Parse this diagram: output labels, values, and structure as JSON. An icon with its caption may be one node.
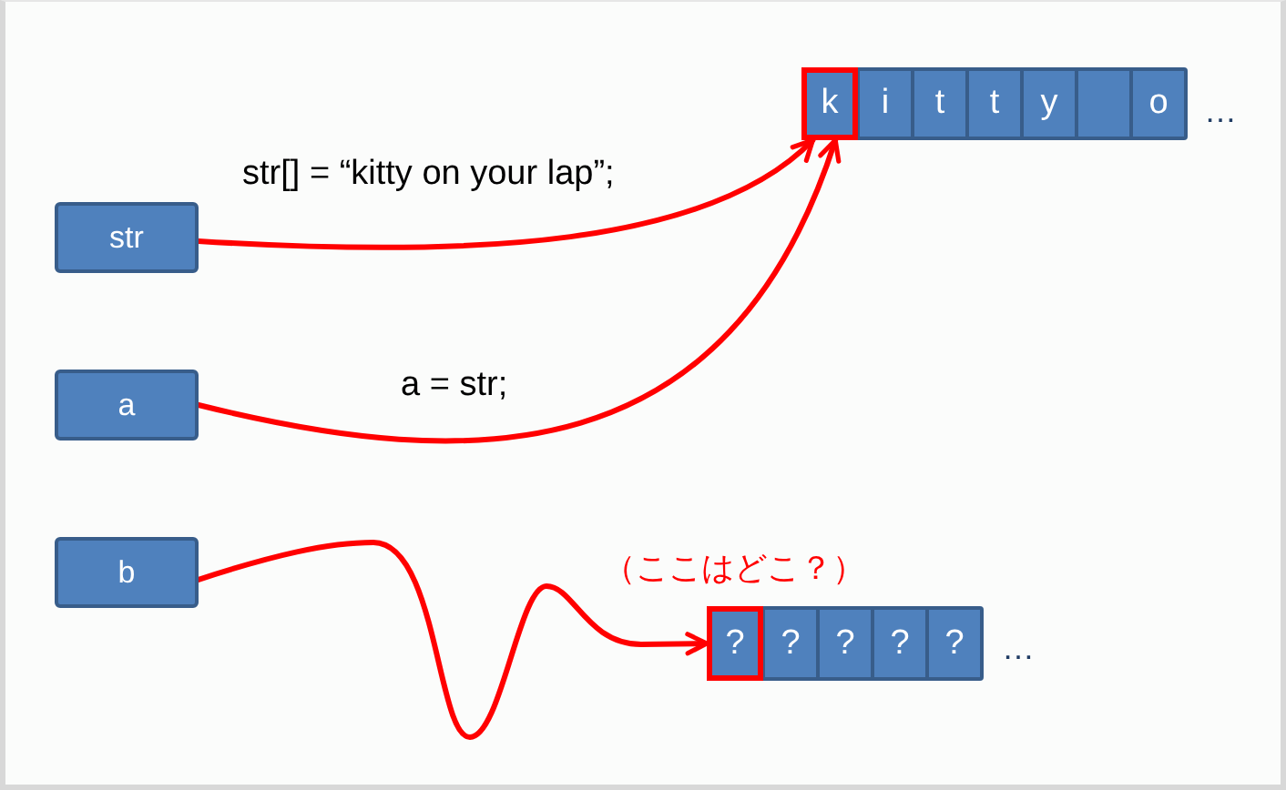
{
  "diagram": {
    "nodes": [
      {
        "text": [],
        "shape": "box",
        "beside": [
          "…"
        ]
      },
      {
        "text": [
          "k"
        ],
        "in": 0
      },
      {
        "text": [
          "i"
        ],
        "in": 0
      },
      {
        "text": [
          "t"
        ],
        "in": 0
      },
      {
        "text": [
          "t"
        ],
        "in": 0
      },
      {
        "text": [
          "y"
        ],
        "in": 0
      },
      {
        "text": [],
        "shape": "box",
        "in": 0
      },
      {
        "text": [
          "o"
        ],
        "in": 0
      },
      {
        "text": [
          "str"
        ]
      },
      {
        "text": [
          "a"
        ]
      },
      {
        "text": [
          "b"
        ]
      },
      {
        "text": [],
        "shape": "box",
        "beside": [
          "…"
        ]
      },
      {
        "text": [
          "?"
        ],
        "in": 11
      },
      {
        "text": [
          "?"
        ],
        "in": 11
      },
      {
        "text": [
          "?"
        ],
        "in": 11
      },
      {
        "text": [
          "?"
        ],
        "in": 11
      },
      {
        "text": [
          "?"
        ],
        "in": 11
      }
    ],
    "edges": [
      {
        "from": 8,
        "to": 1,
        "arrow": "to",
        "label": "str[] = “kitty on your lap”;"
      },
      {
        "from": 9,
        "to": 1,
        "arrow": "to",
        "label": "a = str;"
      },
      {
        "from": 10,
        "to": 12,
        "arrow": "to"
      }
    ],
    "labels": [
      "（ここはどこ？）"
    ]
  }
}
